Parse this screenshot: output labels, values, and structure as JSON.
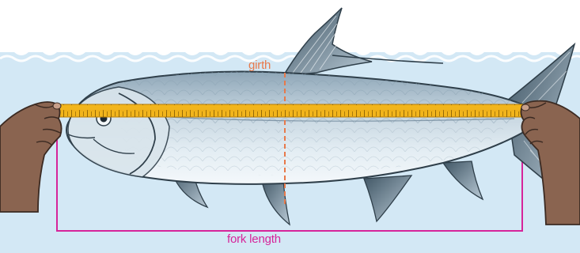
{
  "labels": {
    "girth": "girth",
    "fork_length": "fork length"
  },
  "colors": {
    "water": "#cfe6f4",
    "water_line": "#ffffff",
    "fish_body": "#c6d5df",
    "fish_belly": "#eef4f8",
    "fish_back": "#7f98aa",
    "fish_outline": "#2f3f4a",
    "tape": "#f2b51c",
    "tape_edge": "#b47c08",
    "girth_line": "#e8794a",
    "fork_line": "#d6249a",
    "skin": "#8a6450",
    "skin_dark": "#3b2a22"
  },
  "icons": [
    "fish-illustration",
    "left-hand-icon",
    "right-hand-icon",
    "measuring-tape"
  ]
}
